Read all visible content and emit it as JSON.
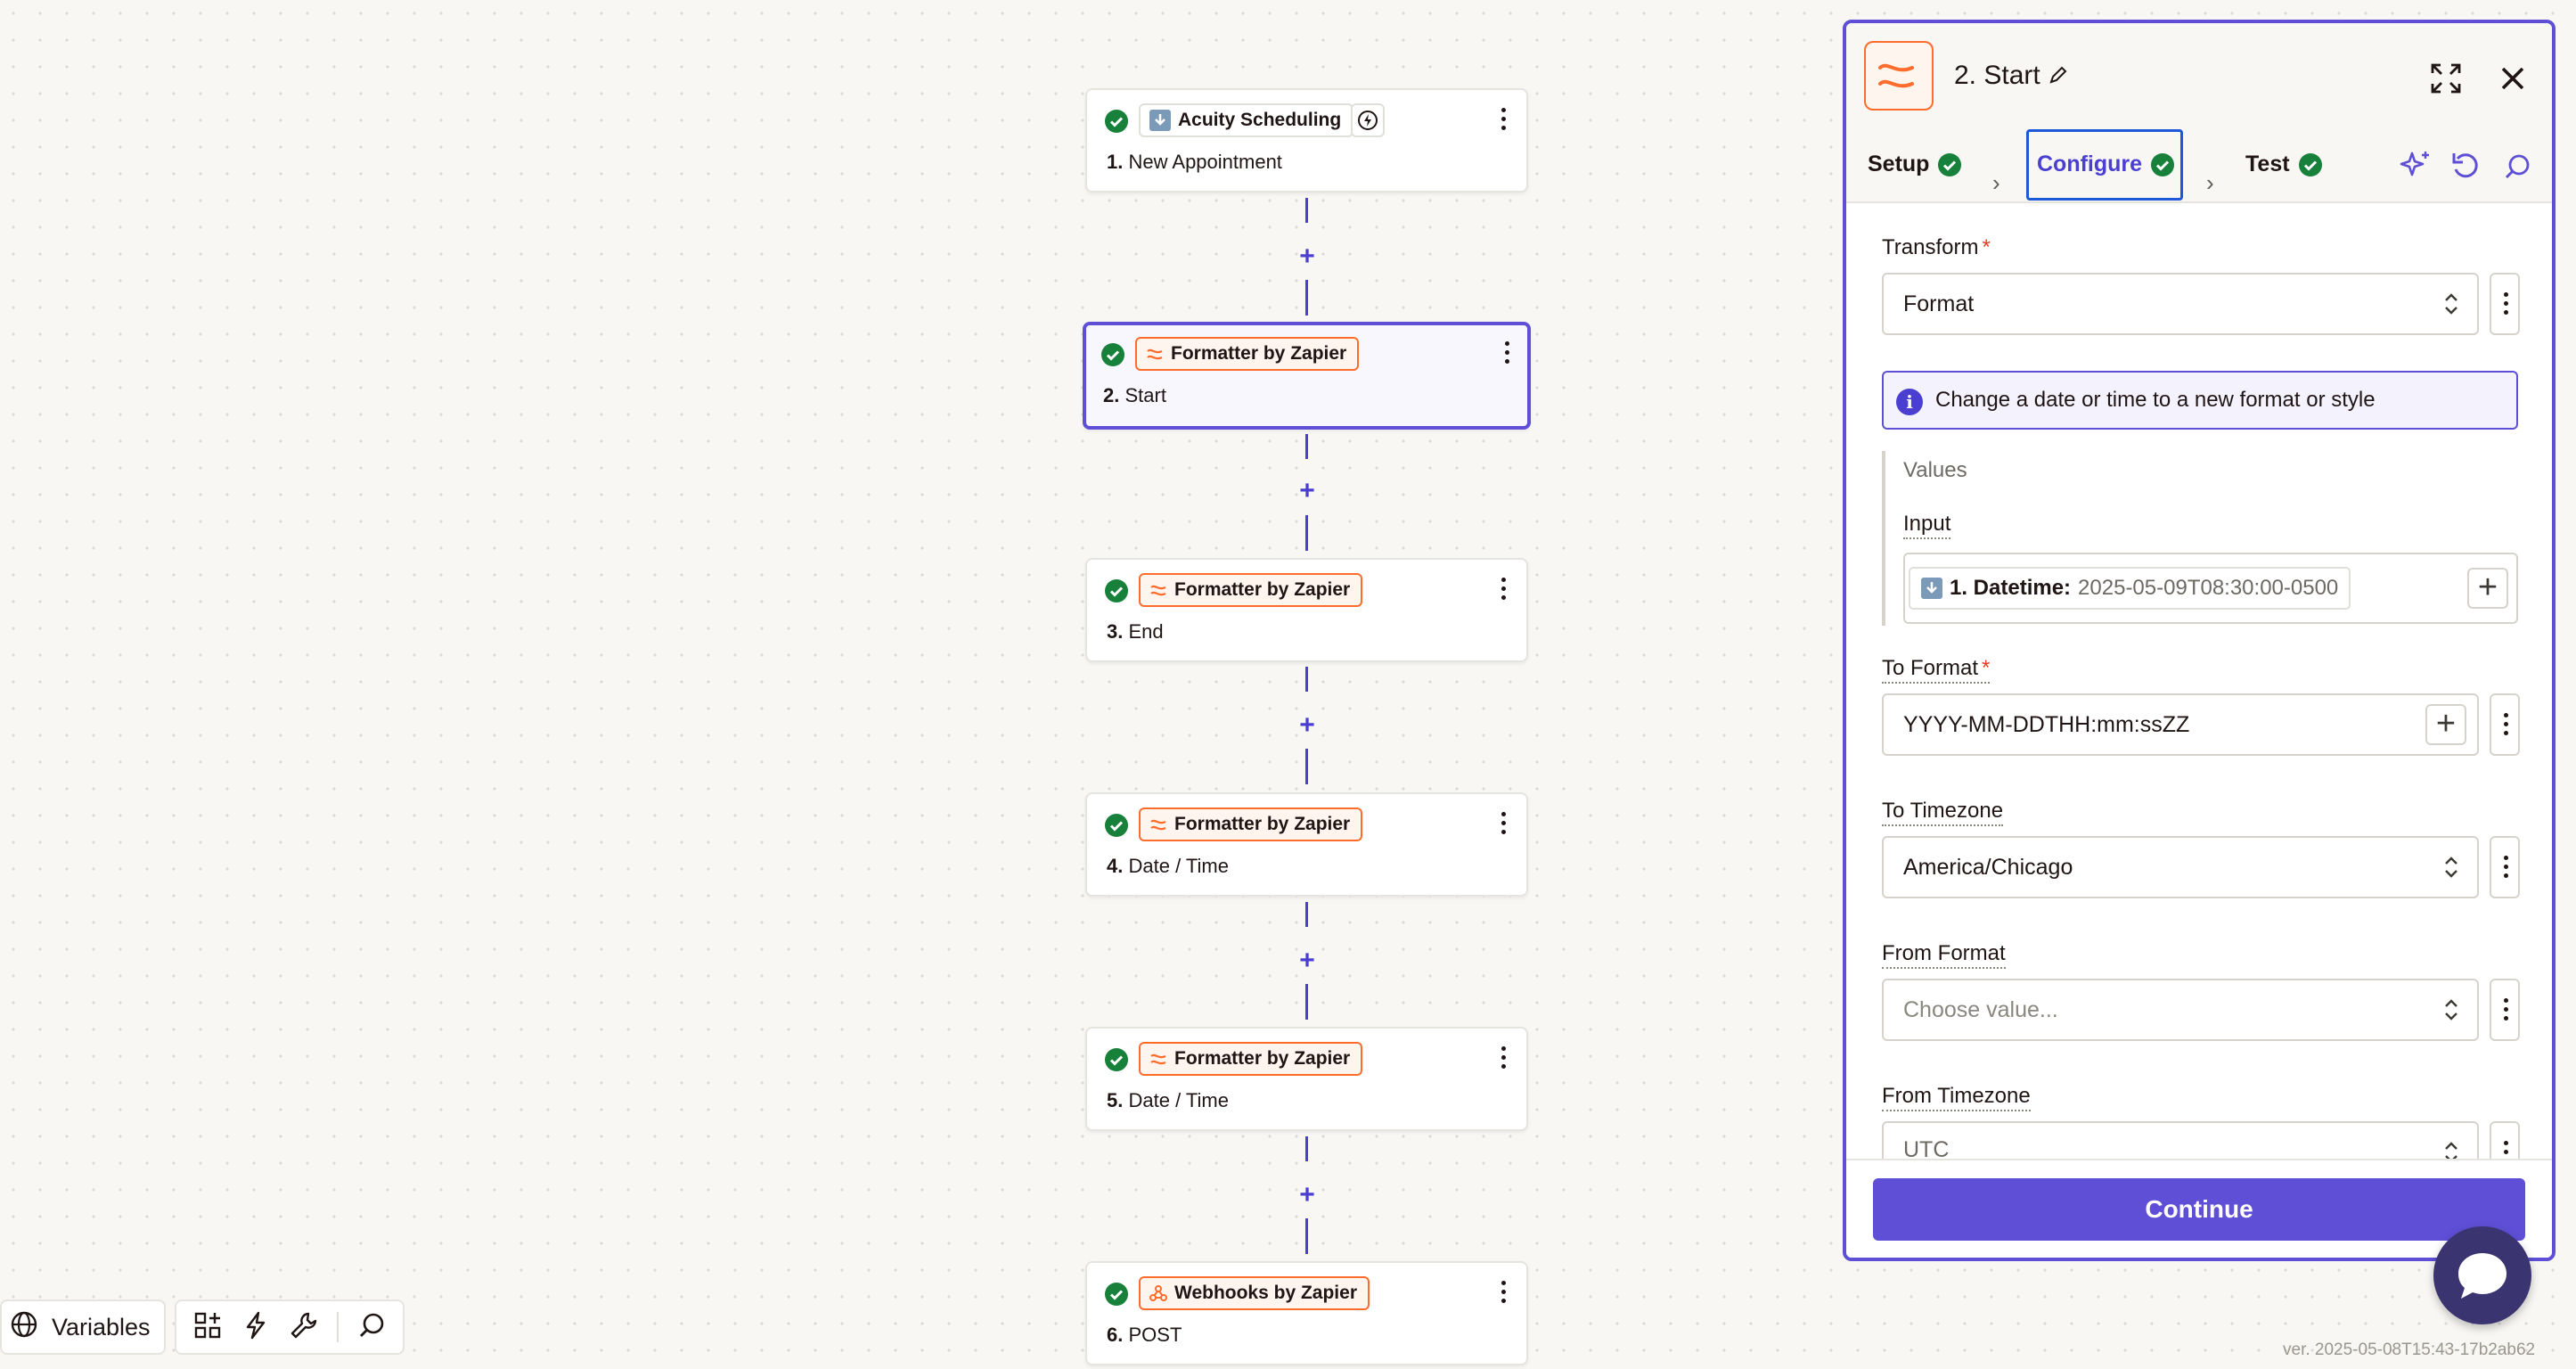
{
  "canvas": {
    "steps": [
      {
        "app": "Acuity Scheduling",
        "number": "1.",
        "name": "New Appointment",
        "app_icon": "acuity-icon",
        "trigger_badge": "bolt-icon"
      },
      {
        "app": "Formatter by Zapier",
        "number": "2.",
        "name": "Start",
        "app_icon": "formatter-icon",
        "selected": true
      },
      {
        "app": "Formatter by Zapier",
        "number": "3.",
        "name": "End",
        "app_icon": "formatter-icon"
      },
      {
        "app": "Formatter by Zapier",
        "number": "4.",
        "name": "Date / Time",
        "app_icon": "formatter-icon"
      },
      {
        "app": "Formatter by Zapier",
        "number": "5.",
        "name": "Date / Time",
        "app_icon": "formatter-icon"
      },
      {
        "app": "Webhooks by Zapier",
        "number": "6.",
        "name": "POST",
        "app_icon": "webhook-icon"
      }
    ],
    "add_step_glyph": "+"
  },
  "toolbar": {
    "variables_label": "Variables",
    "tools": [
      "apps-icon",
      "bolt-icon",
      "wrench-icon",
      "search-icon"
    ]
  },
  "panel": {
    "title": "2. Start",
    "tabs": [
      {
        "label": "Setup",
        "done": true
      },
      {
        "label": "Configure",
        "done": true,
        "active": true
      },
      {
        "label": "Test",
        "done": true
      }
    ],
    "header_icons": [
      "edit-icon",
      "expand-icon",
      "close-icon",
      "sparkle-icon",
      "undo-icon",
      "search-icon"
    ],
    "transform": {
      "label": "Transform",
      "required": "*",
      "value": "Format"
    },
    "info": "Change a date or time to a new format or style",
    "values": {
      "heading": "Values",
      "input_label": "Input",
      "input_pill_label": "1. Datetime:",
      "input_pill_value": "2025-05-09T08:30:00-0500"
    },
    "to_format": {
      "label": "To Format",
      "required": "*",
      "value": "YYYY-MM-DDTHH:mm:ssZZ"
    },
    "to_timezone": {
      "label": "To Timezone",
      "value": "America/Chicago"
    },
    "from_format": {
      "label": "From Format",
      "placeholder": "Choose value..."
    },
    "from_timezone": {
      "label": "From Timezone",
      "value": "UTC"
    },
    "continue_label": "Continue"
  },
  "version": "ver. 2025-05-08T15:43-17b2ab62",
  "colors": {
    "accent": "#5e4fd6",
    "success": "#17803a",
    "formatter": "#ff6c2b",
    "focus": "#1d58d8"
  }
}
